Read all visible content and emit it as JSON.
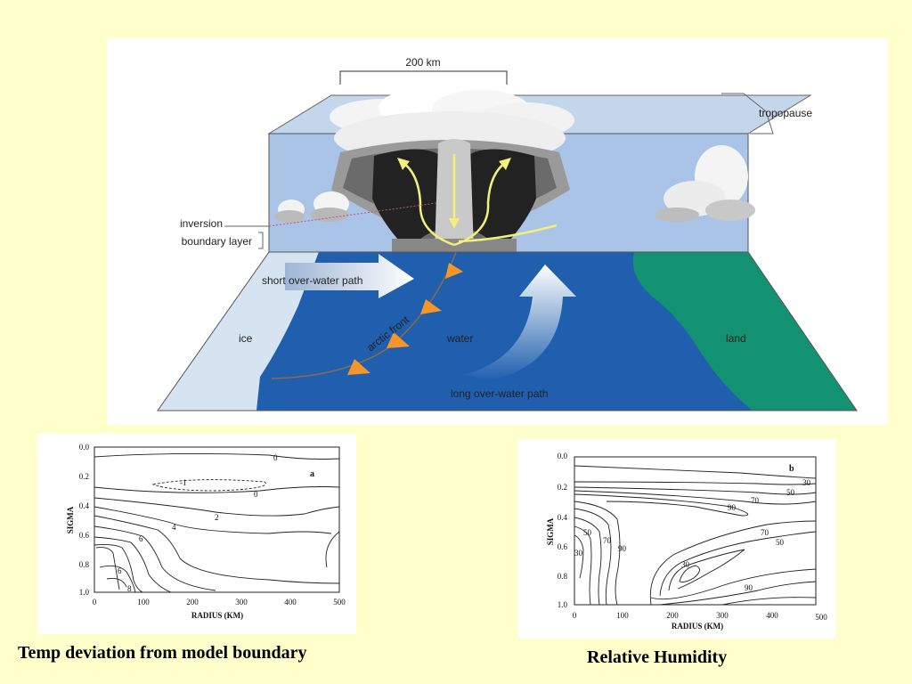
{
  "diagram": {
    "scale_label": "200 km",
    "tropopause_label": "tropopause",
    "inversion_label": "inversion",
    "boundary_layer_label": "boundary layer",
    "short_path_label": "short over-water path",
    "long_path_label": "long over-water path",
    "arctic_front_label": "arctic front",
    "ice_label": "ice",
    "water_label": "water",
    "land_label": "land"
  },
  "temp_plot": {
    "panel_letter": "a",
    "ylabel": "SIGMA",
    "xlabel": "RADIUS (KM)",
    "yticks": [
      "0.0",
      "0.2",
      "0.4",
      "0.6",
      "0.8",
      "1.0"
    ],
    "xticks": [
      "0",
      "100",
      "200",
      "300",
      "400",
      "500"
    ],
    "contour_labels": [
      "0",
      "-1",
      "0",
      "2",
      "4",
      "6",
      "6",
      "8"
    ]
  },
  "rh_plot": {
    "panel_letter": "b",
    "ylabel": "SIGMA",
    "xlabel": "RADIUS (KM)",
    "yticks": [
      "0.0",
      "0.2",
      "0.4",
      "0.6",
      "0.8",
      "1.0"
    ],
    "xticks": [
      "0",
      "100",
      "200",
      "300",
      "400",
      "500"
    ],
    "contour_labels": [
      "30",
      "50",
      "70",
      "90",
      "70",
      "50",
      "50",
      "70",
      "90",
      "30",
      "30",
      "90"
    ]
  },
  "captions": {
    "temp": "Temp deviation from model boundary",
    "rh": "Relative Humidity"
  },
  "colors": {
    "background": "#ffffcc",
    "water": "#1f5fae",
    "land": "#139173",
    "ice": "#d6e3f1",
    "sky": "#a9c4e6",
    "front": "#f5962b",
    "arrow_yellow": "#f2ef7a"
  }
}
